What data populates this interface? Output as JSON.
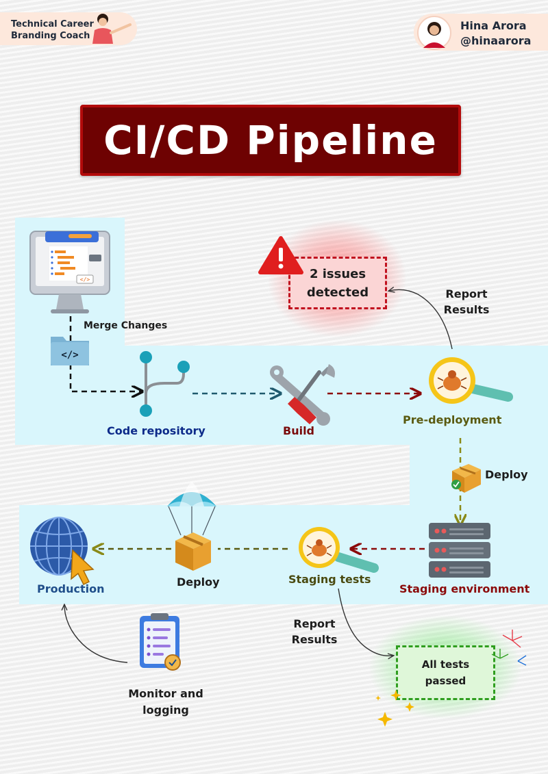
{
  "header": {
    "coach_line1": "Technical Career",
    "coach_line2": "Branding Coach",
    "author_name": "Hina Arora",
    "author_handle": "@hinaarora"
  },
  "title": "CI/CD Pipeline",
  "nodes": {
    "merge_changes": "Merge Changes",
    "code_repository": "Code repository",
    "build": "Build",
    "pre_deployment": "Pre-deployment",
    "deploy_top": "Deploy",
    "staging_environment": "Staging environment",
    "staging_tests": "Staging tests",
    "deploy_bottom": "Deploy",
    "production": "Production",
    "monitor_line1": "Monitor and",
    "monitor_line2": "logging",
    "report_top_line1": "Report",
    "report_top_line2": "Results",
    "report_bottom_line1": "Report",
    "report_bottom_line2": "Results",
    "issues_line1": "2 issues",
    "issues_line2": "detected",
    "passed_line1": "All tests",
    "passed_line2": "passed"
  },
  "colors": {
    "title_bg": "#6e0202",
    "band": "#d9f6fc",
    "code_repository": "#0d2b8a",
    "build": "#7a0a0a",
    "pre_deployment": "#5a5a10",
    "staging_environment": "#8b0a0a",
    "staging_tests": "#4a4a10",
    "production": "#1f4e8a",
    "issues": "#c1121f",
    "passed": "#2f9e1f"
  }
}
